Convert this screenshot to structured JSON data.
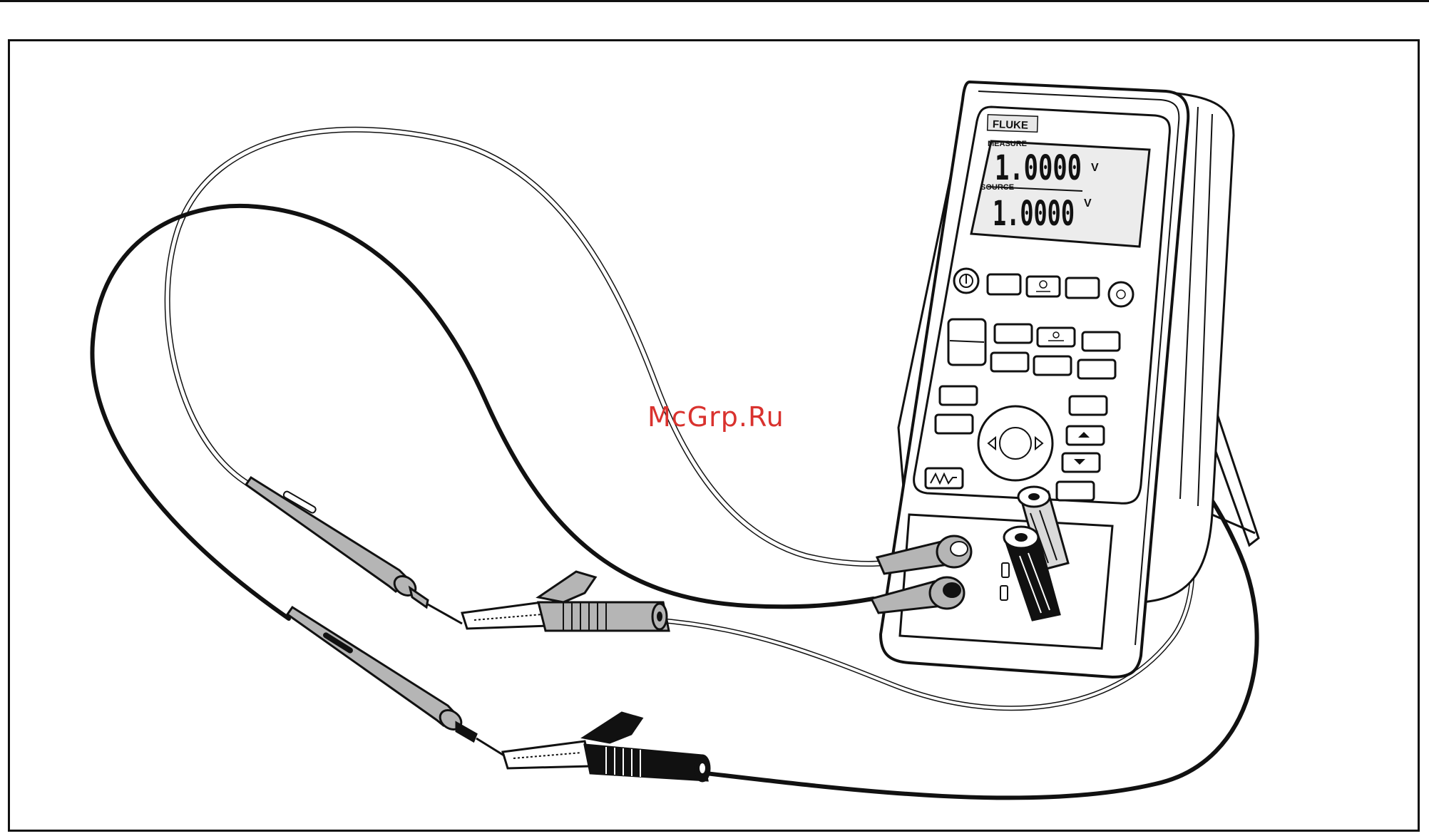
{
  "watermark": "McGrp.Ru",
  "meter": {
    "brand": "FLUKE",
    "display": {
      "measure_label": "MEASURE",
      "measure_value": "1.0000",
      "measure_unit": "V",
      "source_label": "SOURCE",
      "source_value": "1.0000",
      "source_unit": "V"
    }
  },
  "colors": {
    "line": "#111111",
    "lcd": "#ececec",
    "probe_gray": "#b5b5b5",
    "clip_black": "#111111",
    "watermark": "#d9322e"
  },
  "icons": [
    "power-icon",
    "zero-icon",
    "backlight-icon",
    "ramp-icon",
    "arrow-up-icon",
    "arrow-down-icon",
    "arrow-left-icon",
    "arrow-right-icon"
  ]
}
